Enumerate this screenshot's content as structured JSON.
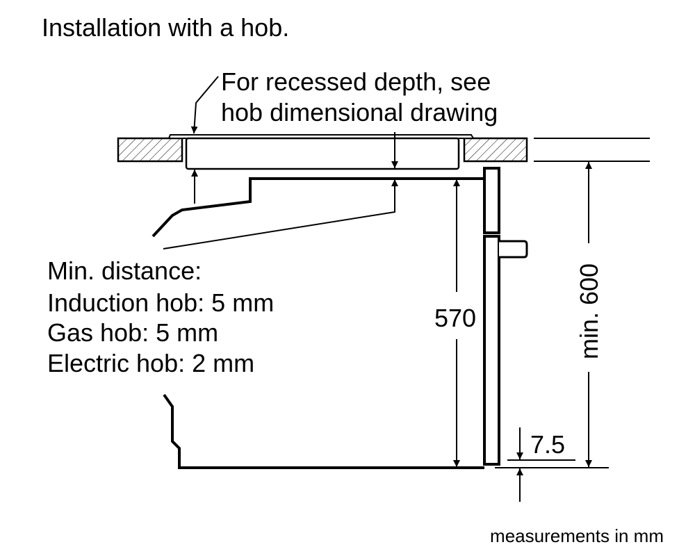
{
  "title": "Installation with a hob.",
  "recess_note": [
    "For recessed depth, see",
    "hob dimensional drawing"
  ],
  "min_distance": {
    "heading": "Min. distance:",
    "lines": [
      "Induction hob: 5 mm",
      "Gas hob: 5 mm",
      "Electric hob: 2 mm"
    ]
  },
  "dimensions": {
    "oven_height": "570",
    "cabinet_min_height": "min. 600",
    "offset": "7.5"
  },
  "footer": "measurements in mm",
  "colors": {
    "ink": "#000000",
    "background": "#ffffff"
  }
}
